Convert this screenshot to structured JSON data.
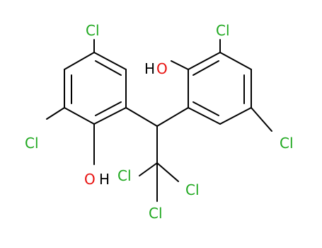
{
  "colors": {
    "bond": "#000000",
    "chlorine": "#1fa81f",
    "oxygen": "#e8100e",
    "hydrogen": "#000000",
    "background": "#ffffff"
  },
  "atoms": {
    "cl_top_left": "Cl",
    "cl_left": "Cl",
    "oh_left_o": "O",
    "oh_left_h": "H",
    "ho_right_h": "H",
    "ho_right_o": "O",
    "cl_top_right": "Cl",
    "cl_right": "Cl",
    "ccl3_cl_left": "Cl",
    "ccl3_cl_right": "Cl",
    "ccl3_cl_bottom": "Cl"
  }
}
